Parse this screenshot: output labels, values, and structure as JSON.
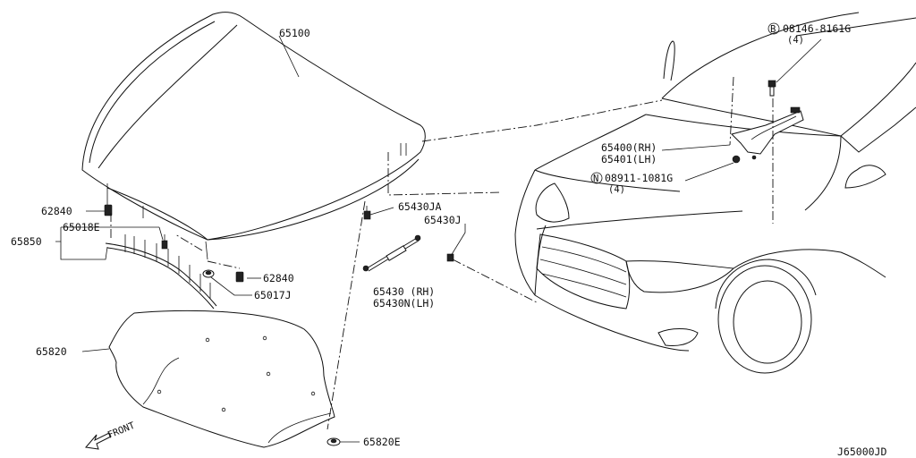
{
  "diagram_id": "J65000JD",
  "front_label": "FRONT",
  "parts": {
    "hood": "65100",
    "hood_lock_bolt": "08146-8161G",
    "hood_lock_bolt_marker": "B",
    "hood_lock_bolt_qty": "(4)",
    "hinge_rh": "65400(RH)",
    "hinge_lh": "65401(LH)",
    "hinge_nut": "08911-1081G",
    "hinge_nut_marker": "N",
    "hinge_nut_qty": "(4)",
    "stay_clip_ja": "65430JA",
    "stay_clip_j": "65430J",
    "stay_rh": "65430  (RH)",
    "stay_lh": "65430N(LH)",
    "bumper_left": "62840",
    "bumper_right": "62840",
    "clip_e": "65018E",
    "seal": "65850",
    "clip_j": "65017J",
    "insulator": "65820",
    "insulator_clip": "65820E"
  }
}
